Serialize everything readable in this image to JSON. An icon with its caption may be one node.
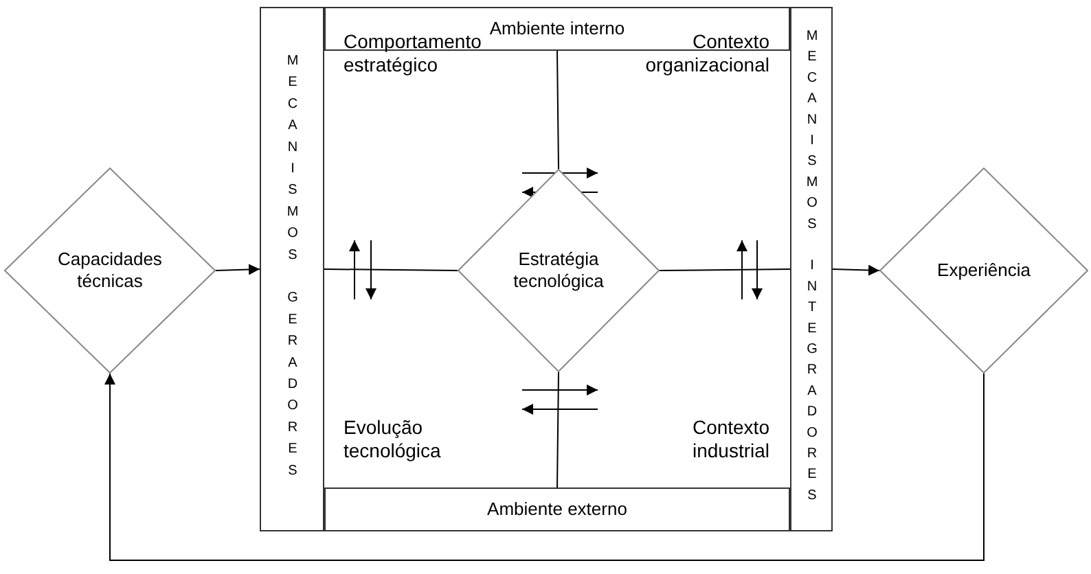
{
  "diagram": {
    "nodes": [
      {
        "text": [
          "Capacidades técnicas"
        ]
      },
      {
        "text": [
          "MECANISMOS GERADORES"
        ]
      },
      {
        "text": [
          "Ambiente interno"
        ]
      },
      {
        "text": [
          "Estratégia tecnológica"
        ]
      },
      {
        "text": [
          "Ambiente externo"
        ]
      },
      {
        "text": [
          "MECANISMOS INTEGRADORES"
        ]
      },
      {
        "text": [
          "Experiência"
        ]
      }
    ],
    "edges": [
      {
        "from": 0,
        "to": 1,
        "arrow": "to"
      },
      {
        "from": 3,
        "to": 1,
        "arrow": "none"
      },
      {
        "from": 3,
        "to": 5,
        "arrow": "none"
      },
      {
        "from": 3,
        "to": 2,
        "arrow": "none"
      },
      {
        "from": 3,
        "to": 4,
        "arrow": "none"
      },
      {
        "from": 5,
        "to": 6,
        "arrow": "to"
      },
      {
        "from": 6,
        "to": 0,
        "arrow": "to"
      }
    ],
    "labels": [
      "Comportamento estratégico",
      "Contexto organizacional",
      "Evolução tecnológica",
      "Contexto industrial"
    ]
  }
}
